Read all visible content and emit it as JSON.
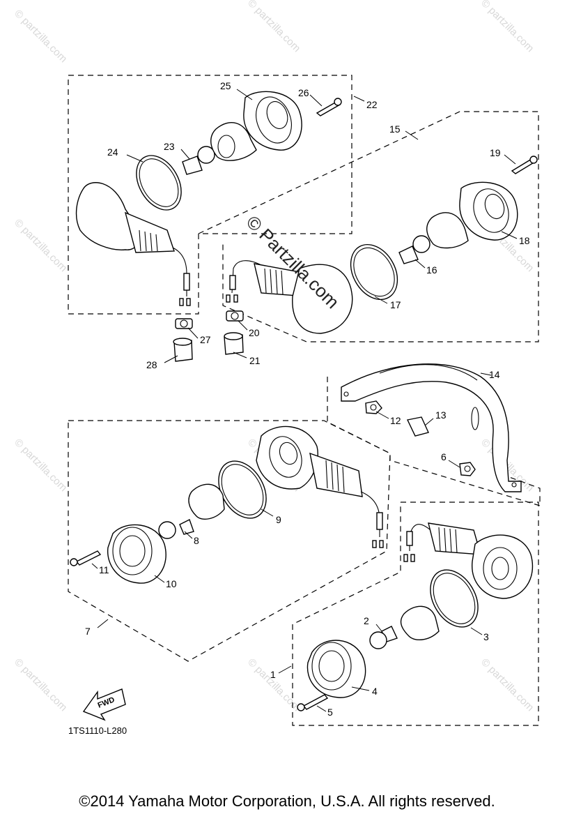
{
  "watermark": {
    "text": "© Partzilla.com",
    "small_text": "© partzilla.com"
  },
  "drawing_code": "1TS1110-L280",
  "fwd_label": "FWD",
  "copyright": "©2014  Yamaha Motor Corporation, U.S.A. All rights reserved.",
  "callouts": [
    "1",
    "2",
    "3",
    "4",
    "5",
    "6",
    "7",
    "8",
    "9",
    "10",
    "11",
    "12",
    "13",
    "14",
    "15",
    "16",
    "17",
    "18",
    "19",
    "20",
    "21",
    "22",
    "23",
    "24",
    "25",
    "26",
    "27",
    "28"
  ]
}
